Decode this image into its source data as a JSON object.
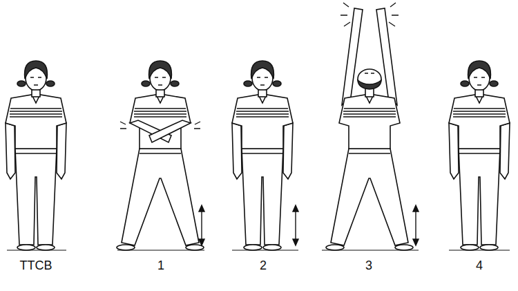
{
  "diagram": {
    "labels": [
      "TTCB",
      "1",
      "2",
      "3",
      "4"
    ]
  }
}
